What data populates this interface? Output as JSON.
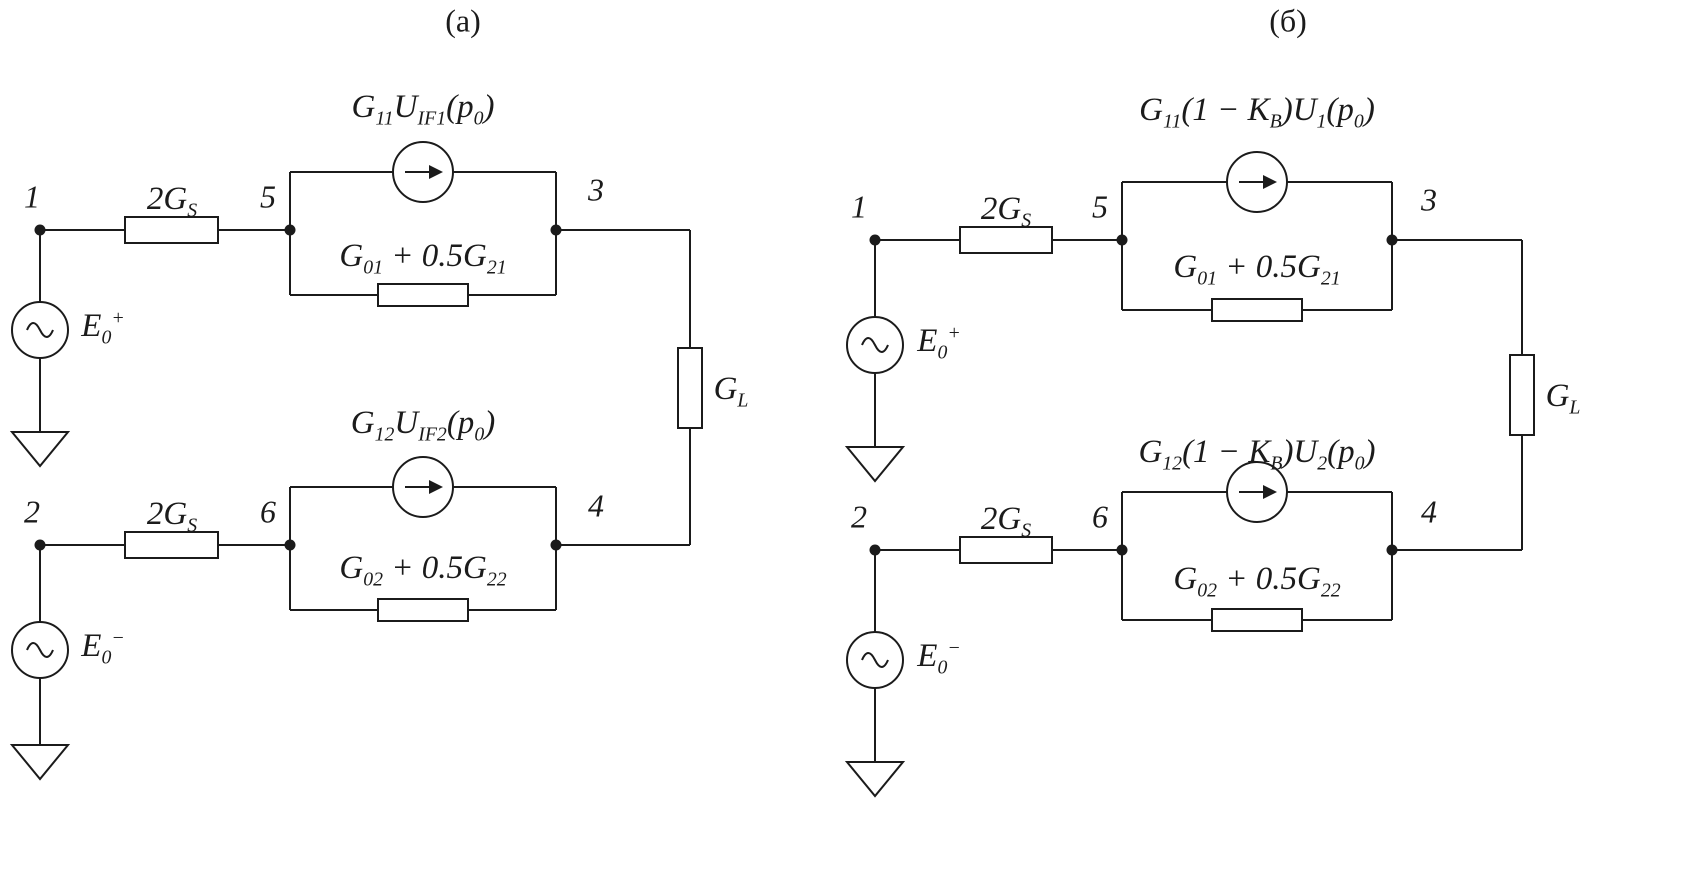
{
  "colors": {
    "ink": "#1b1b1b",
    "background": "#ffffff"
  },
  "circuits": {
    "a": {
      "title": "(а)",
      "nodes": {
        "n1": "1",
        "n2": "2",
        "n3": "3",
        "n4": "4",
        "n5": "5",
        "n6": "6"
      },
      "source_resistor_top": [
        {
          "t": "2G"
        },
        {
          "sub": "S"
        }
      ],
      "source_resistor_bottom": [
        {
          "t": "2G"
        },
        {
          "sub": "S"
        }
      ],
      "current_source_top": [
        {
          "t": "G"
        },
        {
          "sub": "11"
        },
        {
          "t": "U"
        },
        {
          "sub": "IF1"
        },
        {
          "t": "(p"
        },
        {
          "sub": "0"
        },
        {
          "t": ")"
        }
      ],
      "current_source_bottom": [
        {
          "t": "G"
        },
        {
          "sub": "12"
        },
        {
          "t": "U"
        },
        {
          "sub": "IF2"
        },
        {
          "t": "(p"
        },
        {
          "sub": "0"
        },
        {
          "t": ")"
        }
      ],
      "conductance_top": [
        {
          "t": "G"
        },
        {
          "sub": "01"
        },
        {
          "t": " + 0.5"
        },
        {
          "t": "G"
        },
        {
          "sub": "21"
        }
      ],
      "conductance_bottom": [
        {
          "t": "G"
        },
        {
          "sub": "02"
        },
        {
          "t": " + 0.5"
        },
        {
          "t": "G"
        },
        {
          "sub": "22"
        }
      ],
      "emf_top": [
        {
          "t": "E"
        },
        {
          "sub": "0"
        },
        {
          "sup": "+"
        }
      ],
      "emf_bottom": [
        {
          "t": "E"
        },
        {
          "sub": "0"
        },
        {
          "sup": "−"
        }
      ],
      "load": [
        {
          "t": "G"
        },
        {
          "sub": "L"
        }
      ]
    },
    "b": {
      "title": "(б)",
      "nodes": {
        "n1": "1",
        "n2": "2",
        "n3": "3",
        "n4": "4",
        "n5": "5",
        "n6": "6"
      },
      "source_resistor_top": [
        {
          "t": "2G"
        },
        {
          "sub": "S"
        }
      ],
      "source_resistor_bottom": [
        {
          "t": "2G"
        },
        {
          "sub": "S"
        }
      ],
      "current_source_top": [
        {
          "t": "G"
        },
        {
          "sub": "11"
        },
        {
          "t": "(1 − K"
        },
        {
          "sub": "B"
        },
        {
          "t": ")U"
        },
        {
          "sub": "1"
        },
        {
          "t": "(p"
        },
        {
          "sub": "0"
        },
        {
          "t": ")"
        }
      ],
      "current_source_bottom": [
        {
          "t": "G"
        },
        {
          "sub": "12"
        },
        {
          "t": "(1 − K"
        },
        {
          "sub": "B"
        },
        {
          "t": ")U"
        },
        {
          "sub": "2"
        },
        {
          "t": "(p"
        },
        {
          "sub": "0"
        },
        {
          "t": ")"
        }
      ],
      "conductance_top": [
        {
          "t": "G"
        },
        {
          "sub": "01"
        },
        {
          "t": " + 0.5"
        },
        {
          "t": "G"
        },
        {
          "sub": "21"
        }
      ],
      "conductance_bottom": [
        {
          "t": "G"
        },
        {
          "sub": "02"
        },
        {
          "t": " + 0.5"
        },
        {
          "t": "G"
        },
        {
          "sub": "22"
        }
      ],
      "emf_top": [
        {
          "t": "E"
        },
        {
          "sub": "0"
        },
        {
          "sup": "+"
        }
      ],
      "emf_bottom": [
        {
          "t": "E"
        },
        {
          "sub": "0"
        },
        {
          "sup": "−"
        }
      ],
      "load": [
        {
          "t": "G"
        },
        {
          "sub": "L"
        }
      ]
    }
  }
}
